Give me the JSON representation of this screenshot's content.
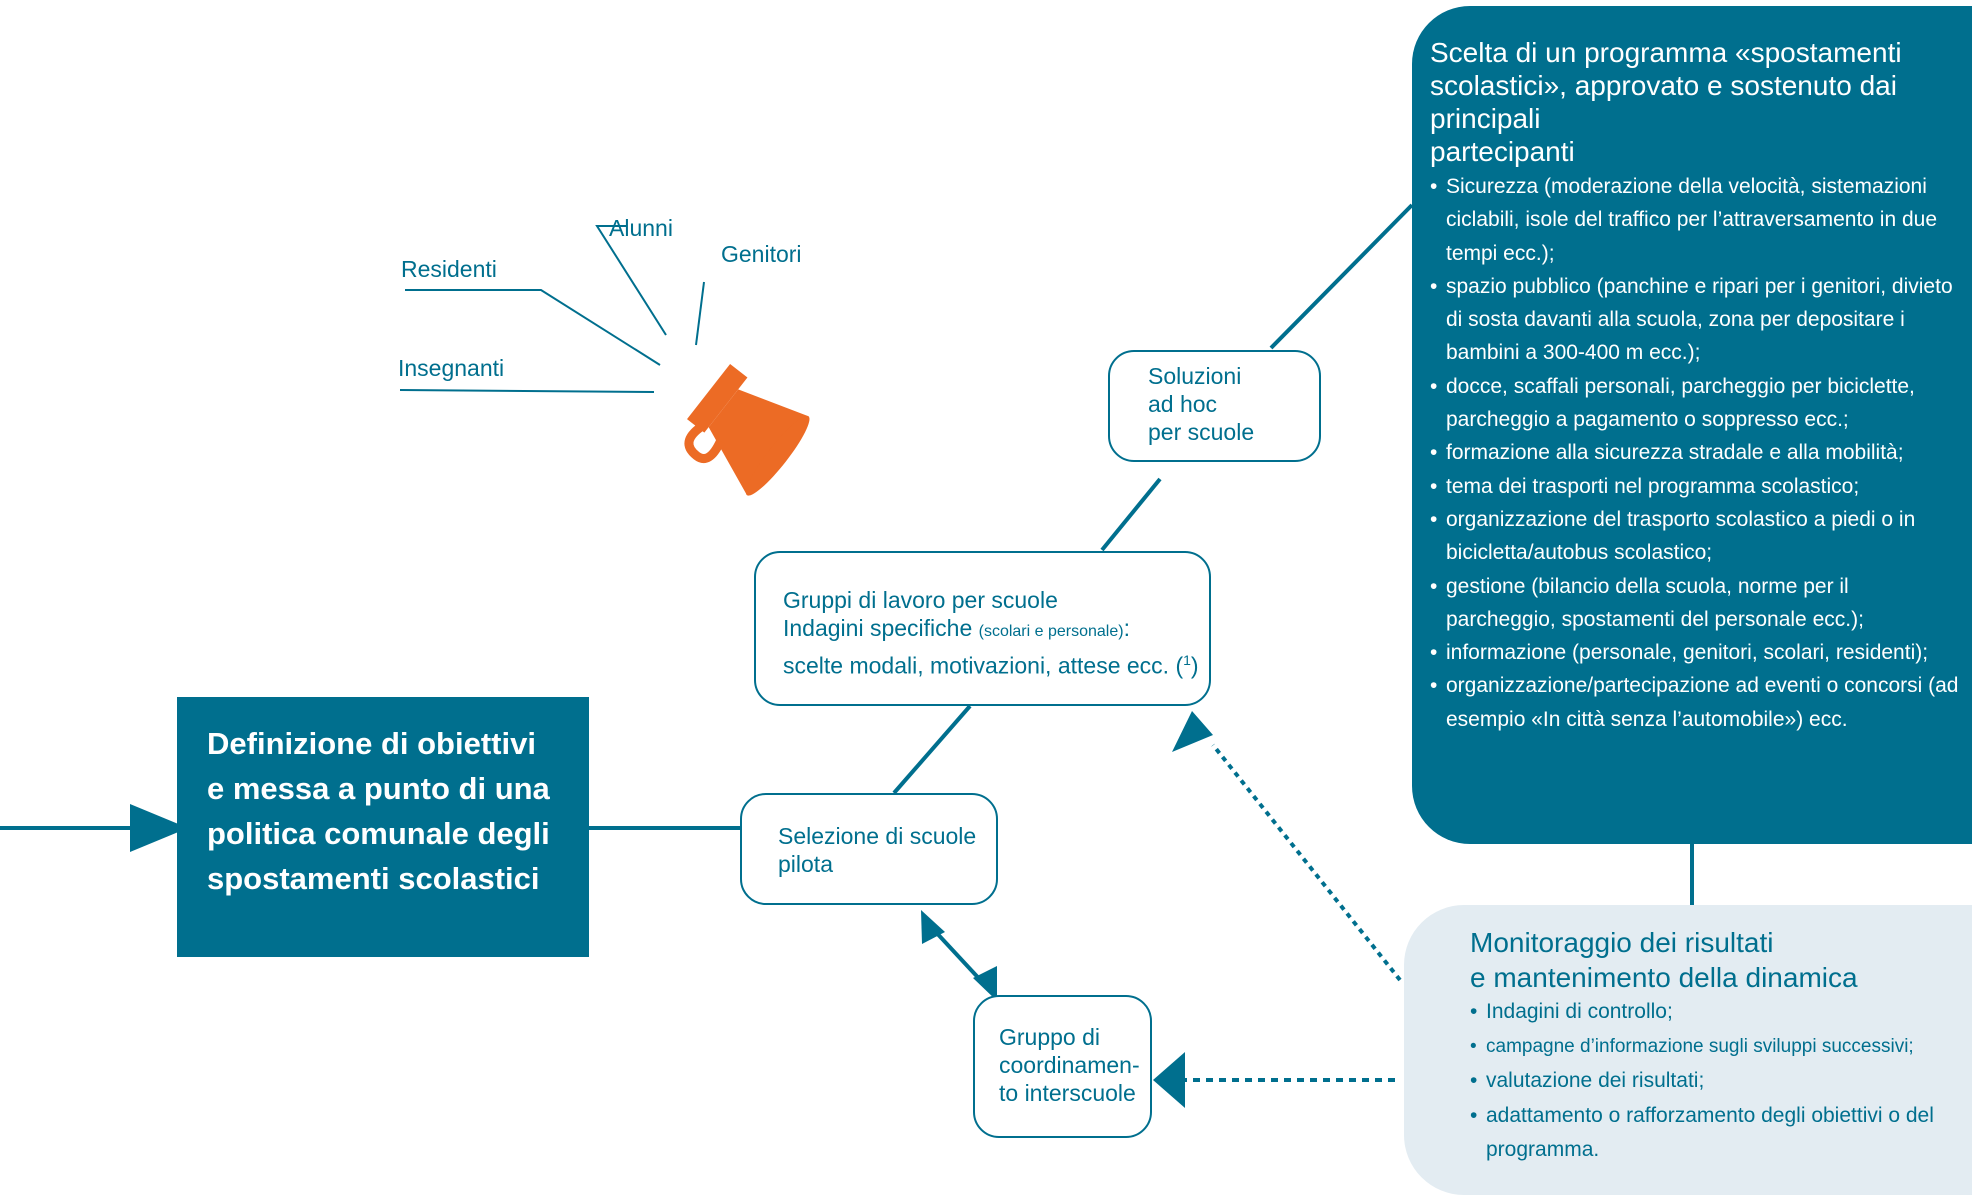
{
  "colors": {
    "primary": "#006f8e",
    "light_panel": "#e3ecf2",
    "megaphone": "#ec6b25"
  },
  "megaphone": {
    "icon": "megaphone-icon",
    "labels": {
      "alunni": "Alunni",
      "residenti": "Residenti",
      "genitori": "Genitori",
      "insegnanti": "Insegnanti"
    }
  },
  "main_box": {
    "line1": "Definizione di obiettivi",
    "line2": "e messa a punto di una",
    "line3": "politica comunale degli",
    "line4": "spostamenti scolastici"
  },
  "selezione": {
    "line1": "Selezione di scuole",
    "line2": "pilota"
  },
  "gruppi": {
    "line1": "Gruppi di lavoro per scuole",
    "line2_main": "Indagini specifiche",
    "line2_small": "(scolari e personale)",
    "line2_colon": ":",
    "line3": "scelte modali, motivazioni, attese ecc. (",
    "line3_sup": "1",
    "line3_end": ")"
  },
  "soluzioni": {
    "line1": "Soluzioni",
    "line2": "ad hoc",
    "line3": "per scuole"
  },
  "coordinamento": {
    "line1": "Gruppo di",
    "line2": "coordinamen-",
    "line3": "to interscuole"
  },
  "programma": {
    "title_line1": "Scelta di un programma «spostamenti",
    "title_line2": "scolastici», approvato e sostenuto dai principali",
    "title_line3": "partecipanti",
    "items": [
      "Sicurezza (moderazione della velocità, sistemazioni ciclabili, isole del traffico per l’attraversamento in due tempi ecc.);",
      "spazio pubblico (panchine e ripari per i genitori, divieto di sosta davanti alla scuola, zona per depositare i bambini a 300-400 m ecc.);",
      "docce, scaffali personali, parcheggio per biciclette, parcheggio a pagamento o soppresso ecc.;",
      "formazione alla sicurezza stradale e alla mobilità;",
      "tema dei trasporti nel programma scolastico;",
      "organizzazione del trasporto scolastico a piedi o in bicicletta/autobus scolastico;",
      "gestione (bilancio della scuola, norme per il parcheggio, spostamenti del personale ecc.);",
      "informazione (personale, genitori, scolari, residenti);",
      "organizzazione/partecipazione ad eventi o concorsi (ad esempio «In città senza l’automobile») ecc."
    ]
  },
  "monitoraggio": {
    "title_line1": "Monitoraggio dei risultati",
    "title_line2": "e mantenimento della dinamica",
    "items": [
      "Indagini di controllo;",
      "campagne d’informazione sugli sviluppi successivi;",
      "valutazione dei risultati;",
      "adattamento o rafforzamento degli obiettivi o del programma."
    ]
  }
}
